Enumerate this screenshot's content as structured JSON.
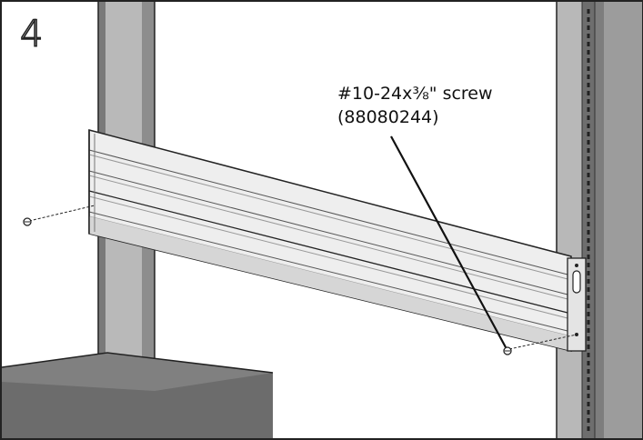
{
  "step_number": "4",
  "callout": {
    "line1": "#10-24x⅜\" screw",
    "line2": "(88080244)"
  },
  "colors": {
    "post_light": "#bdbdbd",
    "post_mid": "#9a9a9a",
    "post_dark": "#6e6e6e",
    "panel_light": "#f1f1f1",
    "panel_shade": "#cfcfcf",
    "shelf": "#707070",
    "line": "#111111"
  }
}
